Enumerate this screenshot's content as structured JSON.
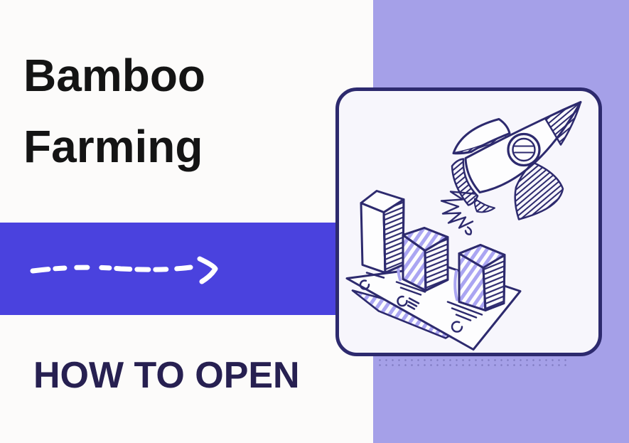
{
  "title": {
    "line1": "Bamboo",
    "line2": "Farming"
  },
  "subtitle": "HOW TO OPEN",
  "icons": {
    "arrow": "dashed-arrow-right-icon",
    "rocket": "rocket-doodle-icon",
    "chart": "isometric-bar-chart-doodle-icon",
    "papers": "scattered-papers-doodle-icon"
  },
  "colors": {
    "page-bg": "#fcfbfa",
    "accent-blue": "#4a42de",
    "panel-purple": "#a5a0e8",
    "navy": "#2d2a6e",
    "card-bg": "#f7f6fc",
    "hatch-purple": "#aaa5f2",
    "title-color": "#141414",
    "subtitle-color": "#272051",
    "arrow-color": "#ffffff",
    "paper-white": "#fdfdfe"
  }
}
